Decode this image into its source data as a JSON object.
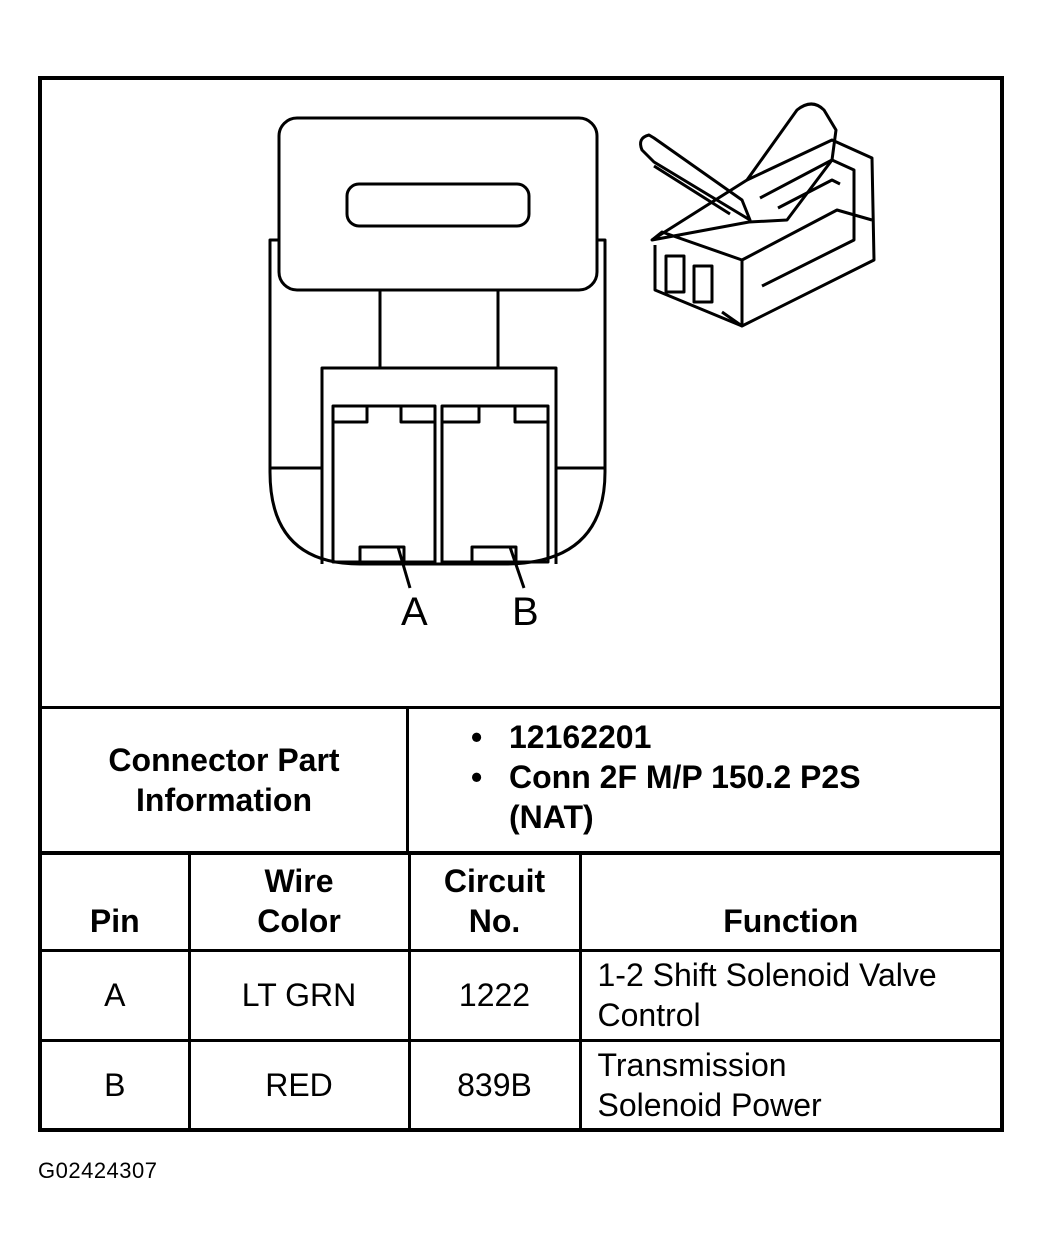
{
  "diagram": {
    "pin_labels": [
      "A",
      "B"
    ]
  },
  "connector_info": {
    "label": "Connector Part Information",
    "items": [
      "12162201",
      "Conn 2F M/P 150.2 P2S (NAT)"
    ]
  },
  "pin_table": {
    "headers": {
      "pin": "Pin",
      "wire_color": "Wire Color",
      "circuit": "Circuit No.",
      "function": "Function"
    },
    "rows": [
      {
        "pin": "A",
        "wire_color": "LT GRN",
        "circuit": "1222",
        "function": "1-2 Shift Solenoid Valve Control"
      },
      {
        "pin": "B",
        "wire_color": "RED",
        "circuit": "839B",
        "function": "Transmission Solenoid Power"
      }
    ]
  },
  "figure_id": "G02424307"
}
